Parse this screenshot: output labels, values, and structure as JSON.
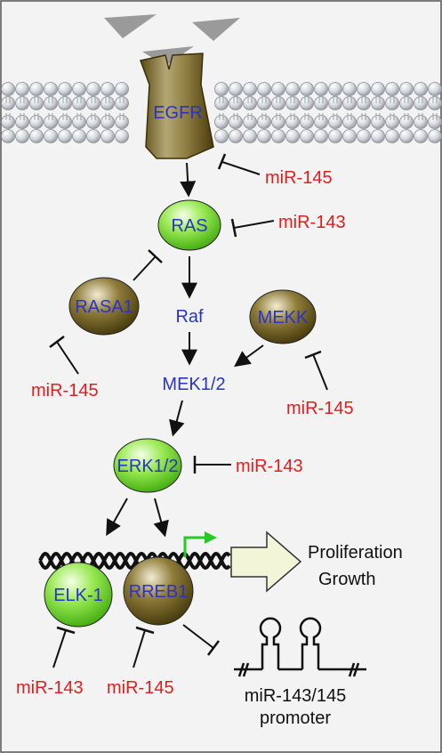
{
  "nodes": {
    "egfr": "EGFR",
    "ras": "RAS",
    "rasa1": "RASA1",
    "raf": "Raf",
    "mekk": "MEKK",
    "mek12": "MEK1/2",
    "erk12": "ERK1/2",
    "elk1": "ELK-1",
    "rreb1": "RREB1"
  },
  "mirnas": {
    "egfr_inhibitor": "miR-145",
    "ras_inhibitor": "miR-143",
    "rasa1_inhibitor": "miR-145",
    "mekk_inhibitor": "miR-145",
    "erk_inhibitor": "miR-143",
    "elk1_inhibitor": "miR-143",
    "rreb1_inhibitor": "miR-145"
  },
  "outcome": {
    "line1": "Proliferation",
    "line2": "Growth"
  },
  "promoter": {
    "line1": "miR-143/145",
    "line2": "promoter"
  },
  "colors": {
    "node_text": "#2a33c8",
    "mirna": "#e01e1e",
    "green_node": "#7fe23a",
    "olive_node": "#6b5a1a",
    "promoter_arrow": "#22cc22",
    "outcome_arrow": "#f2f5d8",
    "membrane_bead": "#c9cdd2"
  }
}
